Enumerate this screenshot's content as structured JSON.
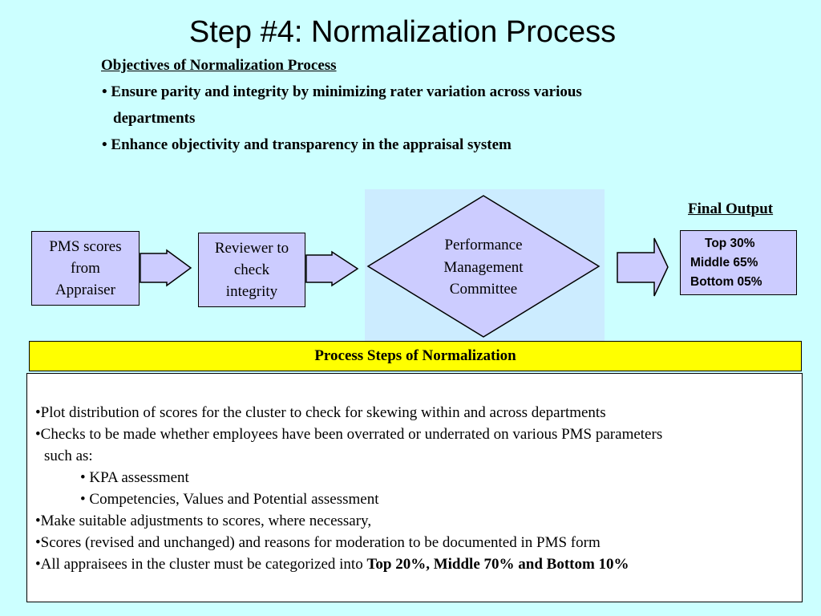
{
  "title": "Step #4: Normalization Process",
  "objectives": {
    "heading": "Objectives of Normalization Process",
    "bullet1_line1": "Ensure parity and integrity by minimizing rater variation across various",
    "bullet1_line2": "departments",
    "bullet2": "Enhance objectivity and transparency in the appraisal system"
  },
  "flow": {
    "box1": [
      "PMS scores",
      "from",
      "Appraiser"
    ],
    "box2": [
      "Reviewer to",
      "check",
      "integrity"
    ],
    "diamond": [
      "Performance",
      "Management",
      "Committee"
    ],
    "final_output_label": "Final Output",
    "final_output": [
      "Top 30%",
      "Middle 65%",
      "Bottom 05%"
    ]
  },
  "process_steps": {
    "heading": "Process Steps of Normalization",
    "item1": "Plot distribution of scores for the cluster to check for skewing within and across departments",
    "item2_line1": "Checks to be made whether employees have been overrated or underrated on various PMS parameters",
    "item2_line2": "such as:",
    "sub1": "KPA assessment",
    "sub2": "Competencies, Values and Potential assessment",
    "item3": "Make suitable adjustments to scores, where necessary,",
    "item4": "Scores (revised and unchanged) and reasons for moderation to be documented in PMS form",
    "item5_text": "All appraisees in the cluster must be categorized into ",
    "item5_bold": "Top 20%, Middle 70% and Bottom 10%"
  },
  "colors": {
    "background": "#ccffff",
    "box_fill": "#ccccff",
    "highlight": "#ccecff",
    "steps_header": "#ffff00"
  }
}
